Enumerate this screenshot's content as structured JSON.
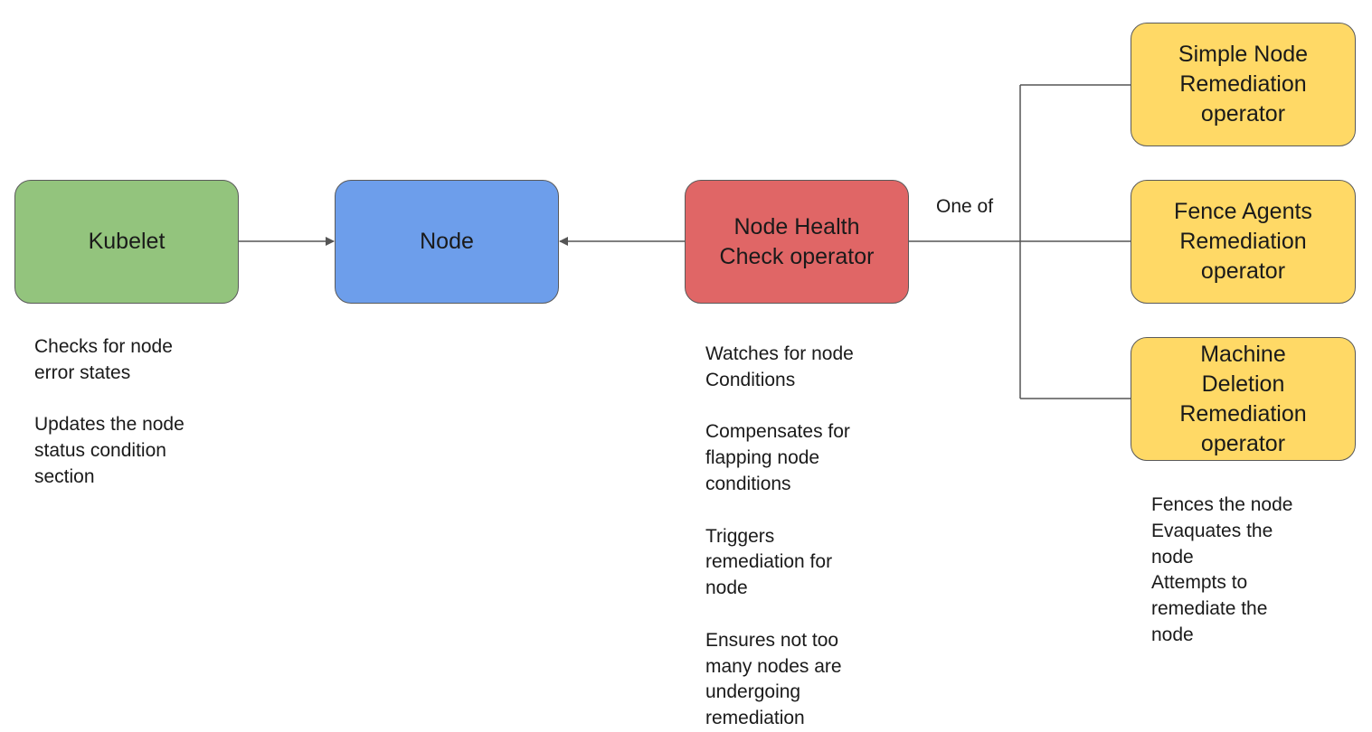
{
  "nodes": {
    "kubelet": {
      "label": "Kubelet",
      "color": "#93c47d"
    },
    "node": {
      "label": "Node",
      "color": "#6d9eeb"
    },
    "nhc": {
      "label": "Node Health\nCheck operator",
      "color": "#e06666"
    },
    "snr": {
      "label": "Simple Node\nRemediation\noperator",
      "color": "#ffd966"
    },
    "far": {
      "label": "Fence Agents\nRemediation\noperator",
      "color": "#ffd966"
    },
    "mdr": {
      "label": "Machine\nDeletion\nRemediation\noperator",
      "color": "#ffd966"
    }
  },
  "edges": {
    "one_of_label": "One of"
  },
  "notes": {
    "kubelet": [
      "Checks for node\nerror states",
      "Updates the node\nstatus condition\nsection"
    ],
    "nhc": [
      "Watches for node\nConditions",
      "Compensates for\nflapping node\nconditions",
      "Triggers\nremediation for\nnode",
      "Ensures not too\nmany nodes are\nundergoing\nremediation"
    ],
    "remediators": [
      "Fences the node\nEvaquates the\nnode\nAttempts to\nremediate the\nnode"
    ]
  }
}
